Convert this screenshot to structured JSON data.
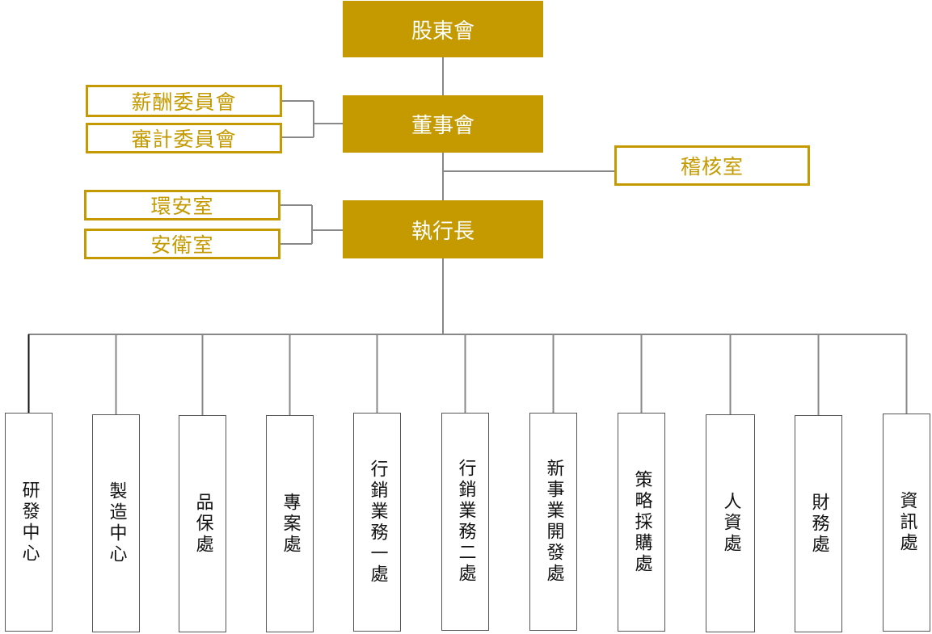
{
  "top": {
    "shareholders": "股東會",
    "board": "董事會",
    "ceo": "執行長"
  },
  "board_committees": [
    "薪酬委員會",
    "審計委員會"
  ],
  "audit_office": "稽核室",
  "ceo_offices": [
    "環安室",
    "安衛室"
  ],
  "departments": [
    "研發中心",
    "製造中心",
    "品保處",
    "專案處",
    "行銷業務一處",
    "行銷業務二處",
    "新事業開發處",
    "策略採購處",
    "人資處",
    "財務處",
    "資訊處"
  ],
  "colors": {
    "gold": "#c49a00",
    "line": "#888888",
    "dept_border": "#555555"
  }
}
